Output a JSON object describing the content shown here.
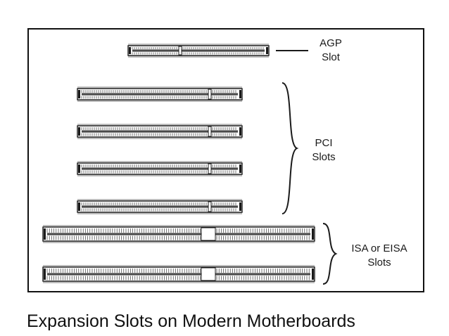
{
  "labels": {
    "agp": [
      "AGP",
      "Slot"
    ],
    "pci": [
      "PCI",
      "Slots"
    ],
    "isa": [
      "ISA or EISA",
      "Slots"
    ]
  },
  "slots": {
    "agp": {
      "count": 1
    },
    "pci": {
      "count": 4
    },
    "isa": {
      "count": 2
    }
  },
  "caption": "Expansion Slots on Modern Motherboards",
  "colors": {
    "line": "#1a1a1a",
    "shade": "#bdbdbd",
    "slot_fill": "#ffffff"
  }
}
